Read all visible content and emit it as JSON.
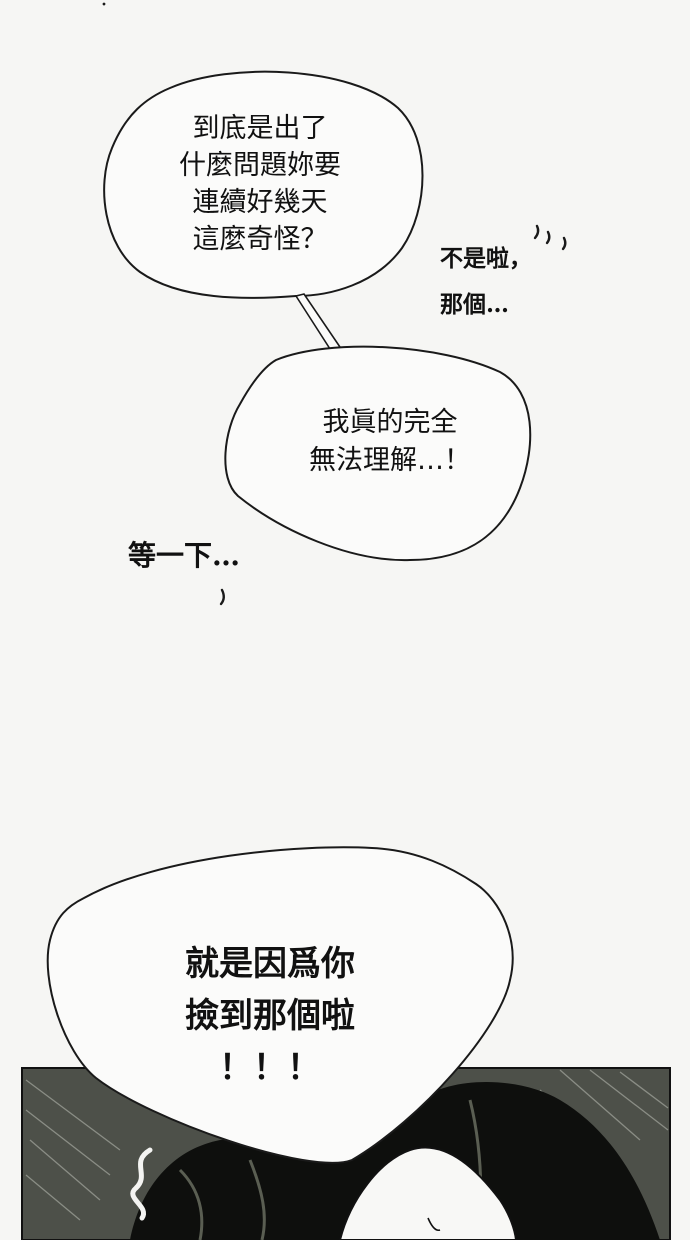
{
  "bubbles": {
    "question": "到底是出了\n什麼問題妳要\n連續好幾天\n這麼奇怪？",
    "confused": "我眞的完全\n無法理解…！",
    "reason": "就是因爲你\n撿到那個啦\n！！！"
  },
  "whispers": {
    "not_that": "不是啦，\n那個…",
    "wait": "等一下…"
  },
  "colors": {
    "background": "#f6f6f4",
    "bubble_fill": "#fbfbfa",
    "outline": "#1a1a1a",
    "panel_bg": "#4d5049",
    "hair": "#0e0f0d"
  }
}
